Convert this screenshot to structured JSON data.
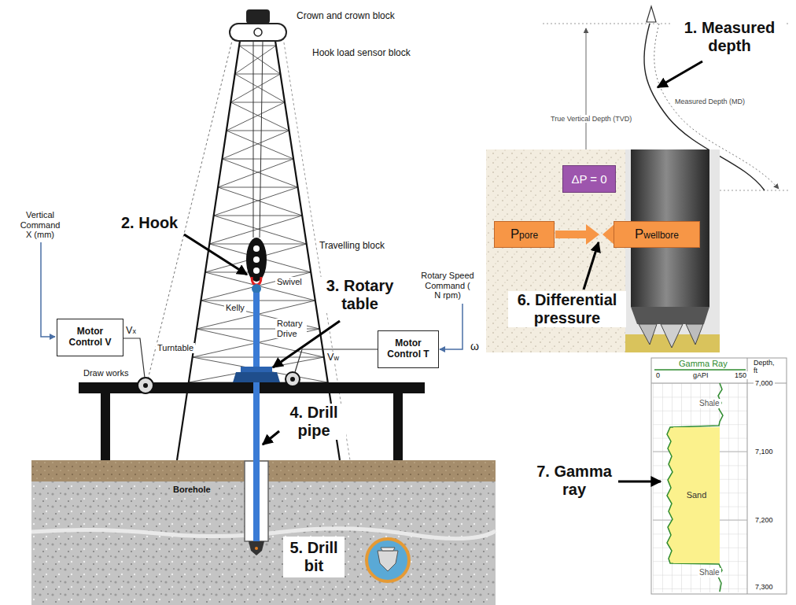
{
  "diagram": {
    "nodes": [
      {
        "text": [
          "Motor Control V"
        ]
      },
      {
        "text": [
          "Motor Control T"
        ]
      },
      {
        "text": [
          "ΔP = 0"
        ]
      },
      {
        "text": [
          "Ppore"
        ]
      },
      {
        "text": [
          "Pwellbore"
        ]
      },
      {
        "text": [
          "Sand"
        ]
      }
    ],
    "labels": [
      "Crown and crown block",
      "Hook load sensor block",
      "Vertical Command X (mm)",
      "2. Hook",
      "Travelling block",
      "Swivel",
      "3. Rotary table",
      "Kelly",
      "Rotary Drive",
      "Rotary Speed Command ( N rpm)",
      "ω",
      "Vx",
      "Vw",
      "Turntable",
      "Draw works",
      "4. Drill pipe",
      "Borehole",
      "5. Drill bit",
      "1. Measured depth",
      "True Vertical Depth (TVD)",
      "Measured Depth (MD)",
      "6. Differential pressure",
      "7. Gamma ray",
      "Gamma Ray",
      "0",
      "gAPI",
      "150",
      "Depth, ft",
      "7,000",
      "7,100",
      "7,200",
      "7,300",
      "Shale",
      "Shale"
    ]
  }
}
